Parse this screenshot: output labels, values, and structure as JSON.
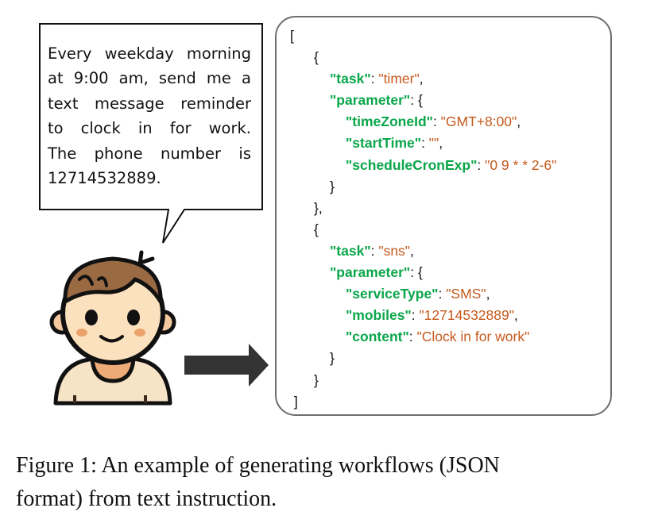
{
  "speech_bubble": {
    "lines": [
      "Every weekday morning",
      "at 9:00 am, send me a",
      "text message reminder",
      "to clock in for work.",
      "The phone number is",
      "12714532889."
    ]
  },
  "json_output": {
    "lines": [
      {
        "indent": 0,
        "tokens": [
          {
            "t": "p",
            "s": "["
          }
        ]
      },
      {
        "indent": 1,
        "tokens": [
          {
            "t": "p",
            "s": "{"
          }
        ]
      },
      {
        "indent": 2,
        "tokens": [
          {
            "t": "k",
            "s": "\"task\""
          },
          {
            "t": "p",
            "s": ": "
          },
          {
            "t": "v",
            "s": "\"timer\""
          },
          {
            "t": "p",
            "s": ","
          }
        ]
      },
      {
        "indent": 2,
        "tokens": [
          {
            "t": "k",
            "s": "\"parameter\""
          },
          {
            "t": "p",
            "s": ": {"
          }
        ]
      },
      {
        "indent": 3,
        "tokens": [
          {
            "t": "k",
            "s": "\"timeZoneId\""
          },
          {
            "t": "p",
            "s": ": "
          },
          {
            "t": "v",
            "s": "\"GMT+8:00\""
          },
          {
            "t": "p",
            "s": ","
          }
        ]
      },
      {
        "indent": 3,
        "tokens": [
          {
            "t": "k",
            "s": "\"startTime\""
          },
          {
            "t": "p",
            "s": ": "
          },
          {
            "t": "v",
            "s": "\"\""
          },
          {
            "t": "p",
            "s": ","
          }
        ]
      },
      {
        "indent": 3,
        "tokens": [
          {
            "t": "k",
            "s": "\"scheduleCronExp\""
          },
          {
            "t": "p",
            "s": ": "
          },
          {
            "t": "v",
            "s": "\"0 9 * * 2-6\""
          }
        ]
      },
      {
        "indent": 2,
        "tokens": [
          {
            "t": "p",
            "s": "}"
          }
        ]
      },
      {
        "indent": 1,
        "tokens": [
          {
            "t": "p",
            "s": "},"
          }
        ]
      },
      {
        "indent": 1,
        "tokens": [
          {
            "t": "p",
            "s": "{"
          }
        ]
      },
      {
        "indent": 2,
        "tokens": [
          {
            "t": "k",
            "s": "\"task\""
          },
          {
            "t": "p",
            "s": ": "
          },
          {
            "t": "v",
            "s": "\"sns\""
          },
          {
            "t": "p",
            "s": ","
          }
        ]
      },
      {
        "indent": 2,
        "tokens": [
          {
            "t": "k",
            "s": "\"parameter\""
          },
          {
            "t": "p",
            "s": ": {"
          }
        ]
      },
      {
        "indent": 3,
        "tokens": [
          {
            "t": "k",
            "s": "\"serviceType\""
          },
          {
            "t": "p",
            "s": ": "
          },
          {
            "t": "v",
            "s": "\"SMS\""
          },
          {
            "t": "p",
            "s": ","
          }
        ]
      },
      {
        "indent": 3,
        "tokens": [
          {
            "t": "k",
            "s": "\"mobiles\""
          },
          {
            "t": "p",
            "s": ": "
          },
          {
            "t": "v",
            "s": "\"12714532889\""
          },
          {
            "t": "p",
            "s": ","
          }
        ]
      },
      {
        "indent": 3,
        "tokens": [
          {
            "t": "k",
            "s": "\"content\""
          },
          {
            "t": "p",
            "s": ": "
          },
          {
            "t": "v",
            "s": "\"Clock in for work\""
          }
        ]
      },
      {
        "indent": 2,
        "tokens": [
          {
            "t": "p",
            "s": "}"
          }
        ]
      },
      {
        "indent": 1,
        "tokens": [
          {
            "t": "p",
            "s": "}"
          }
        ]
      },
      {
        "indent": 0,
        "tokens": [
          {
            "t": "p",
            "s": " ]"
          }
        ]
      }
    ],
    "key_color": "#0aa64a",
    "value_color": "#c55a1c"
  },
  "caption": {
    "line1": "Figure 1: An example of generating workflows (JSON",
    "line2": "format) from text instruction."
  }
}
